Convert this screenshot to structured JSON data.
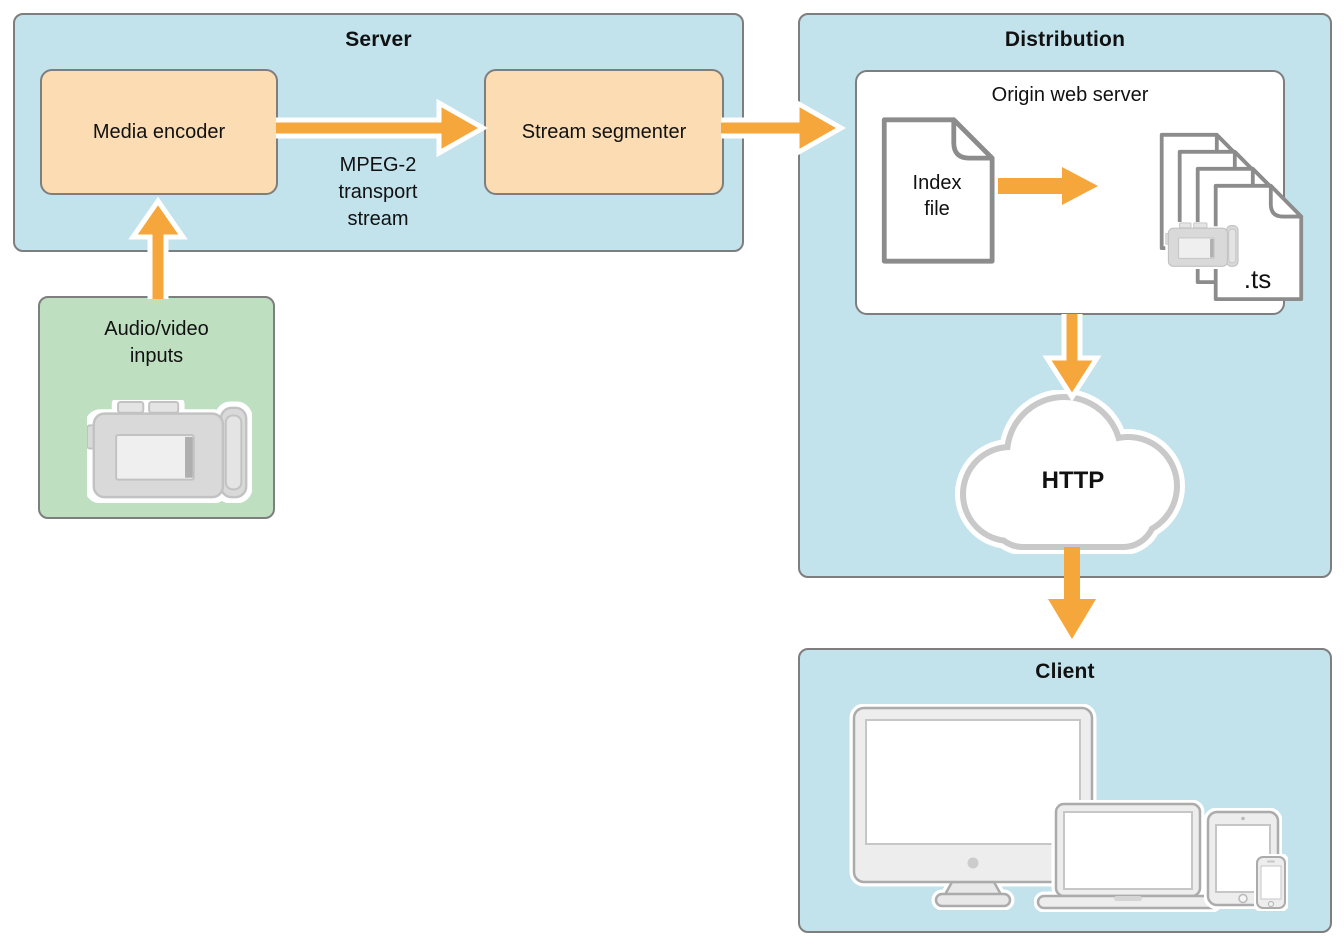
{
  "server": {
    "title": "Server",
    "media_encoder_label": "Media encoder",
    "stream_segmenter_label": "Stream segmenter",
    "stream_arrow_label": "MPEG-2\ntransport\nstream"
  },
  "inputs": {
    "label": "Audio/video\ninputs"
  },
  "distribution": {
    "title": "Distribution",
    "origin_server": {
      "title": "Origin web server",
      "index_file_label": "Index\nfile",
      "segment_file_label": ".ts"
    },
    "cloud_label": "HTTP"
  },
  "client": {
    "title": "Client"
  },
  "colors": {
    "panel_blue": "#C2E2EC",
    "panel_border": "#7E7E7E",
    "process_orange": "#FBDCB3",
    "inputs_green": "#BEE0C1",
    "arrow_orange": "#F5A73B",
    "cloud_gray": "#C9C9C9",
    "doc_border": "#8C8C8C",
    "device_border": "#ABABAB"
  }
}
